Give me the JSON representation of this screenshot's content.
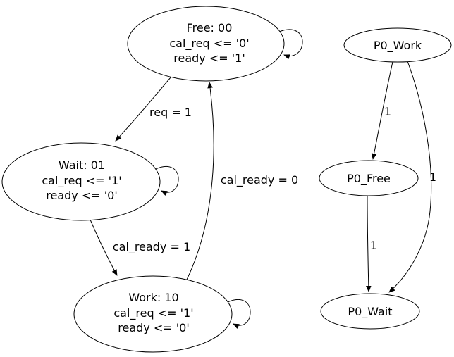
{
  "colors": {
    "background": "#ffffff",
    "stroke": "#000000",
    "text": "#000000"
  },
  "fsm_graph": {
    "states": {
      "free": {
        "title": "Free: 00",
        "action1": "cal_req <= '0'",
        "action2": "ready <= '1'"
      },
      "wait": {
        "title": "Wait: 01",
        "action1": "cal_req <= '1'",
        "action2": "ready <= '0'"
      },
      "work": {
        "title": "Work: 10",
        "action1": "cal_req <= '1'",
        "action2": "ready <= '0'"
      }
    },
    "transitions": {
      "free_to_wait": {
        "label": "req = 1"
      },
      "wait_to_work": {
        "label": "cal_ready = 1"
      },
      "work_to_free": {
        "label": "cal_ready = 0"
      }
    }
  },
  "priority_graph": {
    "states": {
      "p0_work": {
        "title": "P0_Work"
      },
      "p0_free": {
        "title": "P0_Free"
      },
      "p0_wait": {
        "title": "P0_Wait"
      }
    },
    "transitions": {
      "p0_work_to_p0_free": {
        "label": "1"
      },
      "p0_work_to_p0_wait": {
        "label": "1"
      },
      "p0_free_to_p0_wait": {
        "label": "1"
      }
    }
  }
}
